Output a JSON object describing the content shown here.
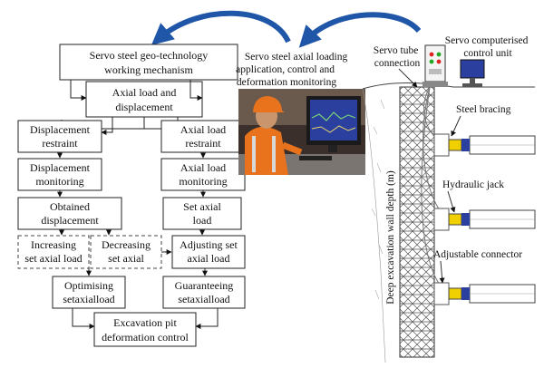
{
  "flowchart": {
    "mechanism_box": [
      "Servo steel geo-technology",
      "working mechanism"
    ],
    "axial_box": [
      "Axial load and",
      "displacement"
    ],
    "displacement_restraint": [
      "Displacement",
      "restraint"
    ],
    "axial_restraint": [
      "Axial load",
      "restraint"
    ],
    "displacement_monitoring": [
      "Displacement",
      "monitoring"
    ],
    "axial_monitoring": [
      "Axial load",
      "monitoring"
    ],
    "obtained_displacement": [
      "Obtained",
      "displacement"
    ],
    "set_axial_load": [
      "Set axial",
      "load"
    ],
    "increasing": [
      "Increasing",
      "set axial load"
    ],
    "decreasing": [
      "Decreasing",
      "set axial"
    ],
    "adjusting": [
      "Adjusting set",
      "axial load"
    ],
    "optimising": [
      "Optimising",
      "setaxialload"
    ],
    "guaranteeing": [
      "Guaranteeing",
      "setaxialload"
    ],
    "excavation": [
      "Excavation pit",
      "deformation control"
    ]
  },
  "photo_caption": [
    "Servo steel axial loading",
    "application, control and",
    "deformation monitoring"
  ],
  "labels": {
    "servo_tube": [
      "Servo tube",
      "connection"
    ],
    "control_unit": [
      "Servo computerised",
      "control unit"
    ],
    "steel_bracing": "Steel bracing",
    "hydraulic_jack": "Hydraulic jack",
    "adjustable_connector": "Adjustable connector",
    "wall_depth": "Deep excavation wall depth (m)"
  },
  "colors": {
    "arrow_blue": "#1f56a8",
    "helmet_orange": "#e8731c",
    "monitor_blue": "#2a3f9e",
    "jack_yellow": "#f0d000"
  }
}
